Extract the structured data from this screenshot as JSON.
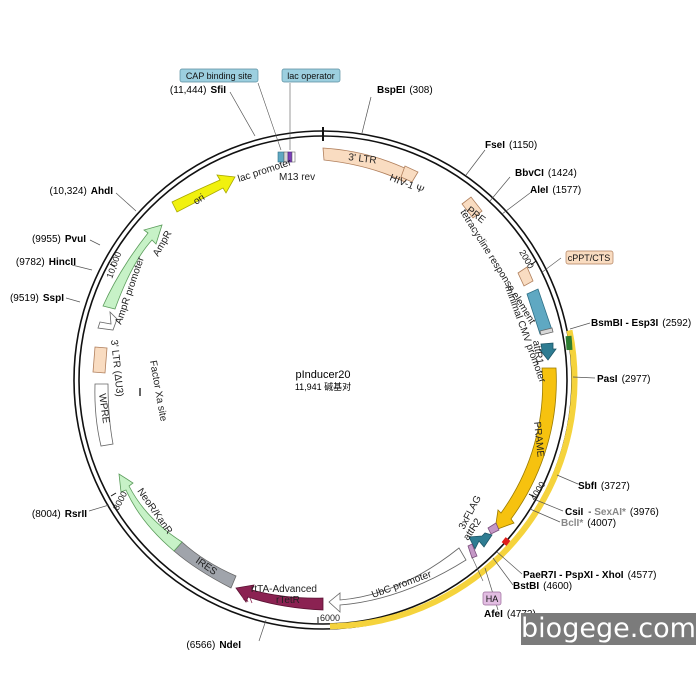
{
  "plasmid": {
    "name": "pInducer20",
    "size_text": "11,941 碱基对",
    "total_bp": 11941
  },
  "features": [
    {
      "key": "ltr3",
      "label": "3' LTR",
      "start": 400,
      "end": 980,
      "type": "box",
      "color": "#f9dcc1"
    },
    {
      "key": "hiv",
      "label": "HIV-1 Ψ",
      "start": 1040,
      "end": 1160,
      "type": "box",
      "color": "#f9dcc1"
    },
    {
      "key": "pre",
      "label": "PRE",
      "start": 1590,
      "end": 1720,
      "type": "box",
      "color": "#f9dcc1"
    },
    {
      "key": "cppt",
      "label": "cPPT/CTS",
      "start": 2130,
      "end": 2210,
      "type": "box",
      "color": "#f9dcc1"
    },
    {
      "key": "tre",
      "label": "tetracycline response element",
      "start": 2280,
      "end": 2560,
      "type": "box",
      "color": "#5fa8c2"
    },
    {
      "key": "mincmv",
      "label": "minimal CMV promoter",
      "start": 2600,
      "end": 2640,
      "type": "box",
      "color": "#d8d8d8"
    },
    {
      "key": "attr1",
      "label": "attR1",
      "start": 2780,
      "end": 2900,
      "type": "arrowcw",
      "color": "#2e7c92"
    },
    {
      "key": "prame",
      "label": "PRAME",
      "start": 2960,
      "end": 4400,
      "type": "arrowcw",
      "color": "#f6c20f"
    },
    {
      "key": "flag",
      "label": "3xFLAG",
      "start": 4430,
      "end": 4480,
      "type": "box",
      "color": "#c497c6"
    },
    {
      "key": "attr2",
      "label": "attR2",
      "start": 4490,
      "end": 4580,
      "type": "arrowccw",
      "color": "#2e7c92"
    },
    {
      "key": "ha",
      "label": "HA",
      "start": 4700,
      "end": 4730,
      "type": "box",
      "color": "#c497c6"
    },
    {
      "key": "ubc",
      "label": "UbC promoter",
      "start": 5000,
      "end": 6150,
      "type": "arrowccw",
      "color": "#ffffff"
    },
    {
      "key": "rttetr",
      "label": "rTetR",
      "start": 6190,
      "end": 6900,
      "type": "arrowccw",
      "color": "#8b2252"
    },
    {
      "key": "ires",
      "label": "IRES",
      "start": 6950,
      "end": 7550,
      "type": "box",
      "color": "#a0a4ab"
    },
    {
      "key": "neor",
      "label": "NeoR/KanR",
      "start": 7550,
      "end": 8350,
      "type": "arrowccw",
      "color": "#c7f2c7"
    },
    {
      "key": "wpre",
      "label": "WPRE",
      "start": 8600,
      "end": 9180,
      "type": "box",
      "color": "#ffffff"
    },
    {
      "key": "ltrdu3",
      "label": "3' LTR (ΔU3)",
      "start": 9250,
      "end": 9490,
      "type": "box",
      "color": "#f9dcc1"
    },
    {
      "key": "amprp",
      "label": "AmpR promoter",
      "start": 9560,
      "end": 9670,
      "type": "arrowcw",
      "color": "#ffffff"
    },
    {
      "key": "ampr",
      "label": "AmpR",
      "start": 9700,
      "end": 10560,
      "type": "arrowcw",
      "color": "#c7f2c7"
    },
    {
      "key": "ori",
      "label": "ori",
      "start": 10730,
      "end": 11320,
      "type": "arrowcw",
      "color": "#f1f10e"
    },
    {
      "key": "cap",
      "label": "CAP binding site",
      "start": 11590,
      "end": 11640,
      "type": "box",
      "color": "#5fa8c2"
    },
    {
      "key": "lacprom",
      "label": "lac promoter",
      "start": 11650,
      "end": 11700,
      "type": "box",
      "color": "#d8d8d8"
    },
    {
      "key": "lacop",
      "label": "lac operator",
      "start": 11710,
      "end": 11760,
      "type": "box",
      "color": "#7b3fb8"
    },
    {
      "key": "m13",
      "label": "M13 rev",
      "start": 11765,
      "end": 11800,
      "type": "box",
      "color": "#ffffff"
    }
  ],
  "feature_labels": {
    "ltr3": "3' LTR",
    "hiv": "HIV-1 Ψ",
    "pre": "PRE",
    "cppt": "cPPT/CTS",
    "tre": "tetracycline response element",
    "mincmv": "minimal CMV promoter",
    "attr1": "attR1",
    "prame": "PRAME",
    "flag": "3xFLAG",
    "attr2": "attR2",
    "ha": "HA",
    "ubc": "UbC promoter",
    "rtta": "rtTA-Advanced",
    "rttetr": "rTetR",
    "ires": "IRES",
    "neor": "NeoR/KanR",
    "wpre": "WPRE",
    "ltrdu3": "3' LTR (ΔU3)",
    "amprp": "AmpR promoter",
    "ampr": "AmpR",
    "ori": "ori",
    "cap": "CAP binding site",
    "lacprom": "lac promoter",
    "lacop": "lac operator",
    "m13": "M13 rev",
    "factorxa": "Factor Xa site"
  },
  "sites": [
    {
      "key": "bspei",
      "name": "BspEI",
      "pos": "(308)"
    },
    {
      "key": "fsei",
      "name": "FseI",
      "pos": "(1150)"
    },
    {
      "key": "bbvci",
      "name": "BbvCI",
      "pos": "(1424)"
    },
    {
      "key": "alei",
      "name": "AleI",
      "pos": "(1577)"
    },
    {
      "key": "bsmbi",
      "name": "BsmBI - Esp3I",
      "pos": "(2592)"
    },
    {
      "key": "pasi",
      "name": "PasI",
      "pos": "(2977)"
    },
    {
      "key": "sbfi",
      "name": "SbfI",
      "pos": "(3727)"
    },
    {
      "key": "csii",
      "name": "CsiI",
      "pos": "",
      "extra": "SexAI*",
      "extra_pos": "(3976)"
    },
    {
      "key": "bcli",
      "name": "BclI*",
      "pos": "(4007)"
    },
    {
      "key": "paer7i",
      "name": "PaeR7I - PspXI - XhoI",
      "pos": "(4577)"
    },
    {
      "key": "bstbi",
      "name": "BstBI",
      "pos": "(4600)"
    },
    {
      "key": "afei",
      "name": "AfeI",
      "pos": "(4772)"
    },
    {
      "key": "ndei",
      "name": "NdeI",
      "pos": "(6566)"
    },
    {
      "key": "rsrii",
      "name": "RsrII",
      "pos": "(8004)"
    },
    {
      "key": "sspi",
      "name": "SspI",
      "pos": "(9519)"
    },
    {
      "key": "hincii",
      "name": "HincII",
      "pos": "(9782)"
    },
    {
      "key": "pvui",
      "name": "PvuI",
      "pos": "(9955)"
    },
    {
      "key": "ahdi",
      "name": "AhdI",
      "pos": "(10,324)"
    },
    {
      "key": "sfii",
      "name": "SfiI",
      "pos": "(11,444)"
    }
  ],
  "ticks": [
    "2000",
    "4000",
    "6000",
    "8000",
    "10,000"
  ],
  "colors": {
    "backbone": "#111111",
    "insert_highlight": "#f5d33c",
    "site_red": "#e0201b",
    "watermark_bg": "#7b7b7b"
  },
  "watermark": "biogege.com"
}
